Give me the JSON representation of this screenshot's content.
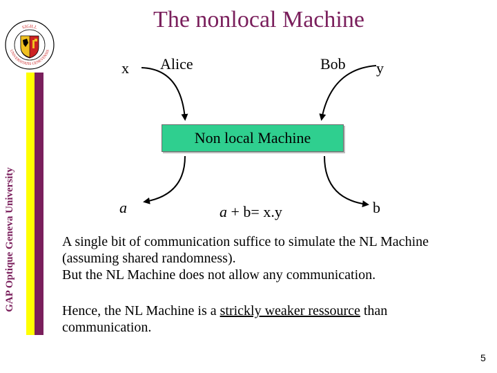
{
  "slide": {
    "title": "The nonlocal Machine",
    "side_label": "GAP Optique Geneva University",
    "page_number": "5"
  },
  "logo": {
    "text_top": "SIGILL",
    "text_bottom": "UNIVERSITATIS GENEVENSIS",
    "colors": {
      "red": "#cc2222",
      "gold": "#f0c020",
      "black": "#000000"
    }
  },
  "diagram": {
    "x_label": "x",
    "alice_label": "Alice",
    "bob_label": "Bob",
    "y_label": "y",
    "machine_label": "Non local Machine",
    "a_label": "a",
    "equation_a": "a",
    "equation_rest": " + b= x.y",
    "b_label": "b",
    "machine_color": "#2fcf8f"
  },
  "text": {
    "para1_line1": "A single bit of communication suffice to simulate the NL Machine",
    "para1_line2": "(assuming shared randomness).",
    "para1_line3": "But the NL Machine does not allow any communication.",
    "para2_prefix": "Hence, the NL Machine is a ",
    "para2_underlined": "strickly weaker ressource",
    "para2_suffix": " than",
    "para2_line2": "communication."
  },
  "colors": {
    "title": "#7a1f5c",
    "stripe_yellow": "#ffff00",
    "stripe_purple": "#7a1f5c"
  }
}
